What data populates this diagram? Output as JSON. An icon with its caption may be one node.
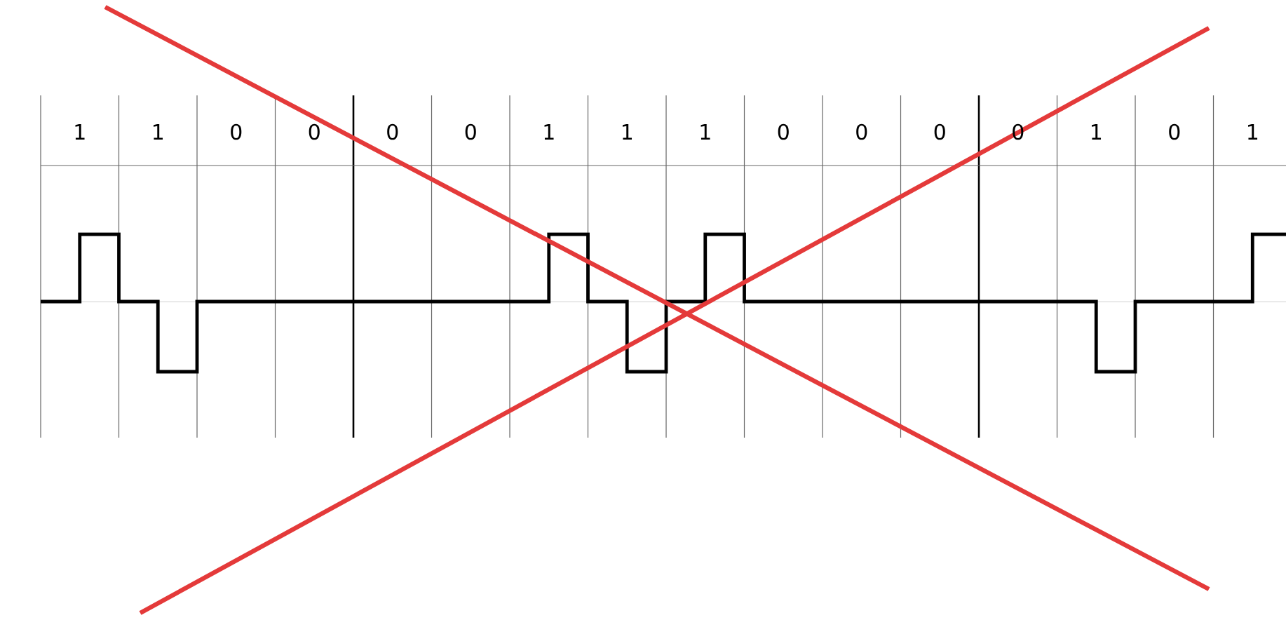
{
  "diagram": {
    "labels": [
      "1",
      "1",
      "0",
      "0",
      "0",
      "0",
      "1",
      "1",
      "1",
      "0",
      "0",
      "0",
      "0",
      "1",
      "0",
      "1"
    ]
  }
}
